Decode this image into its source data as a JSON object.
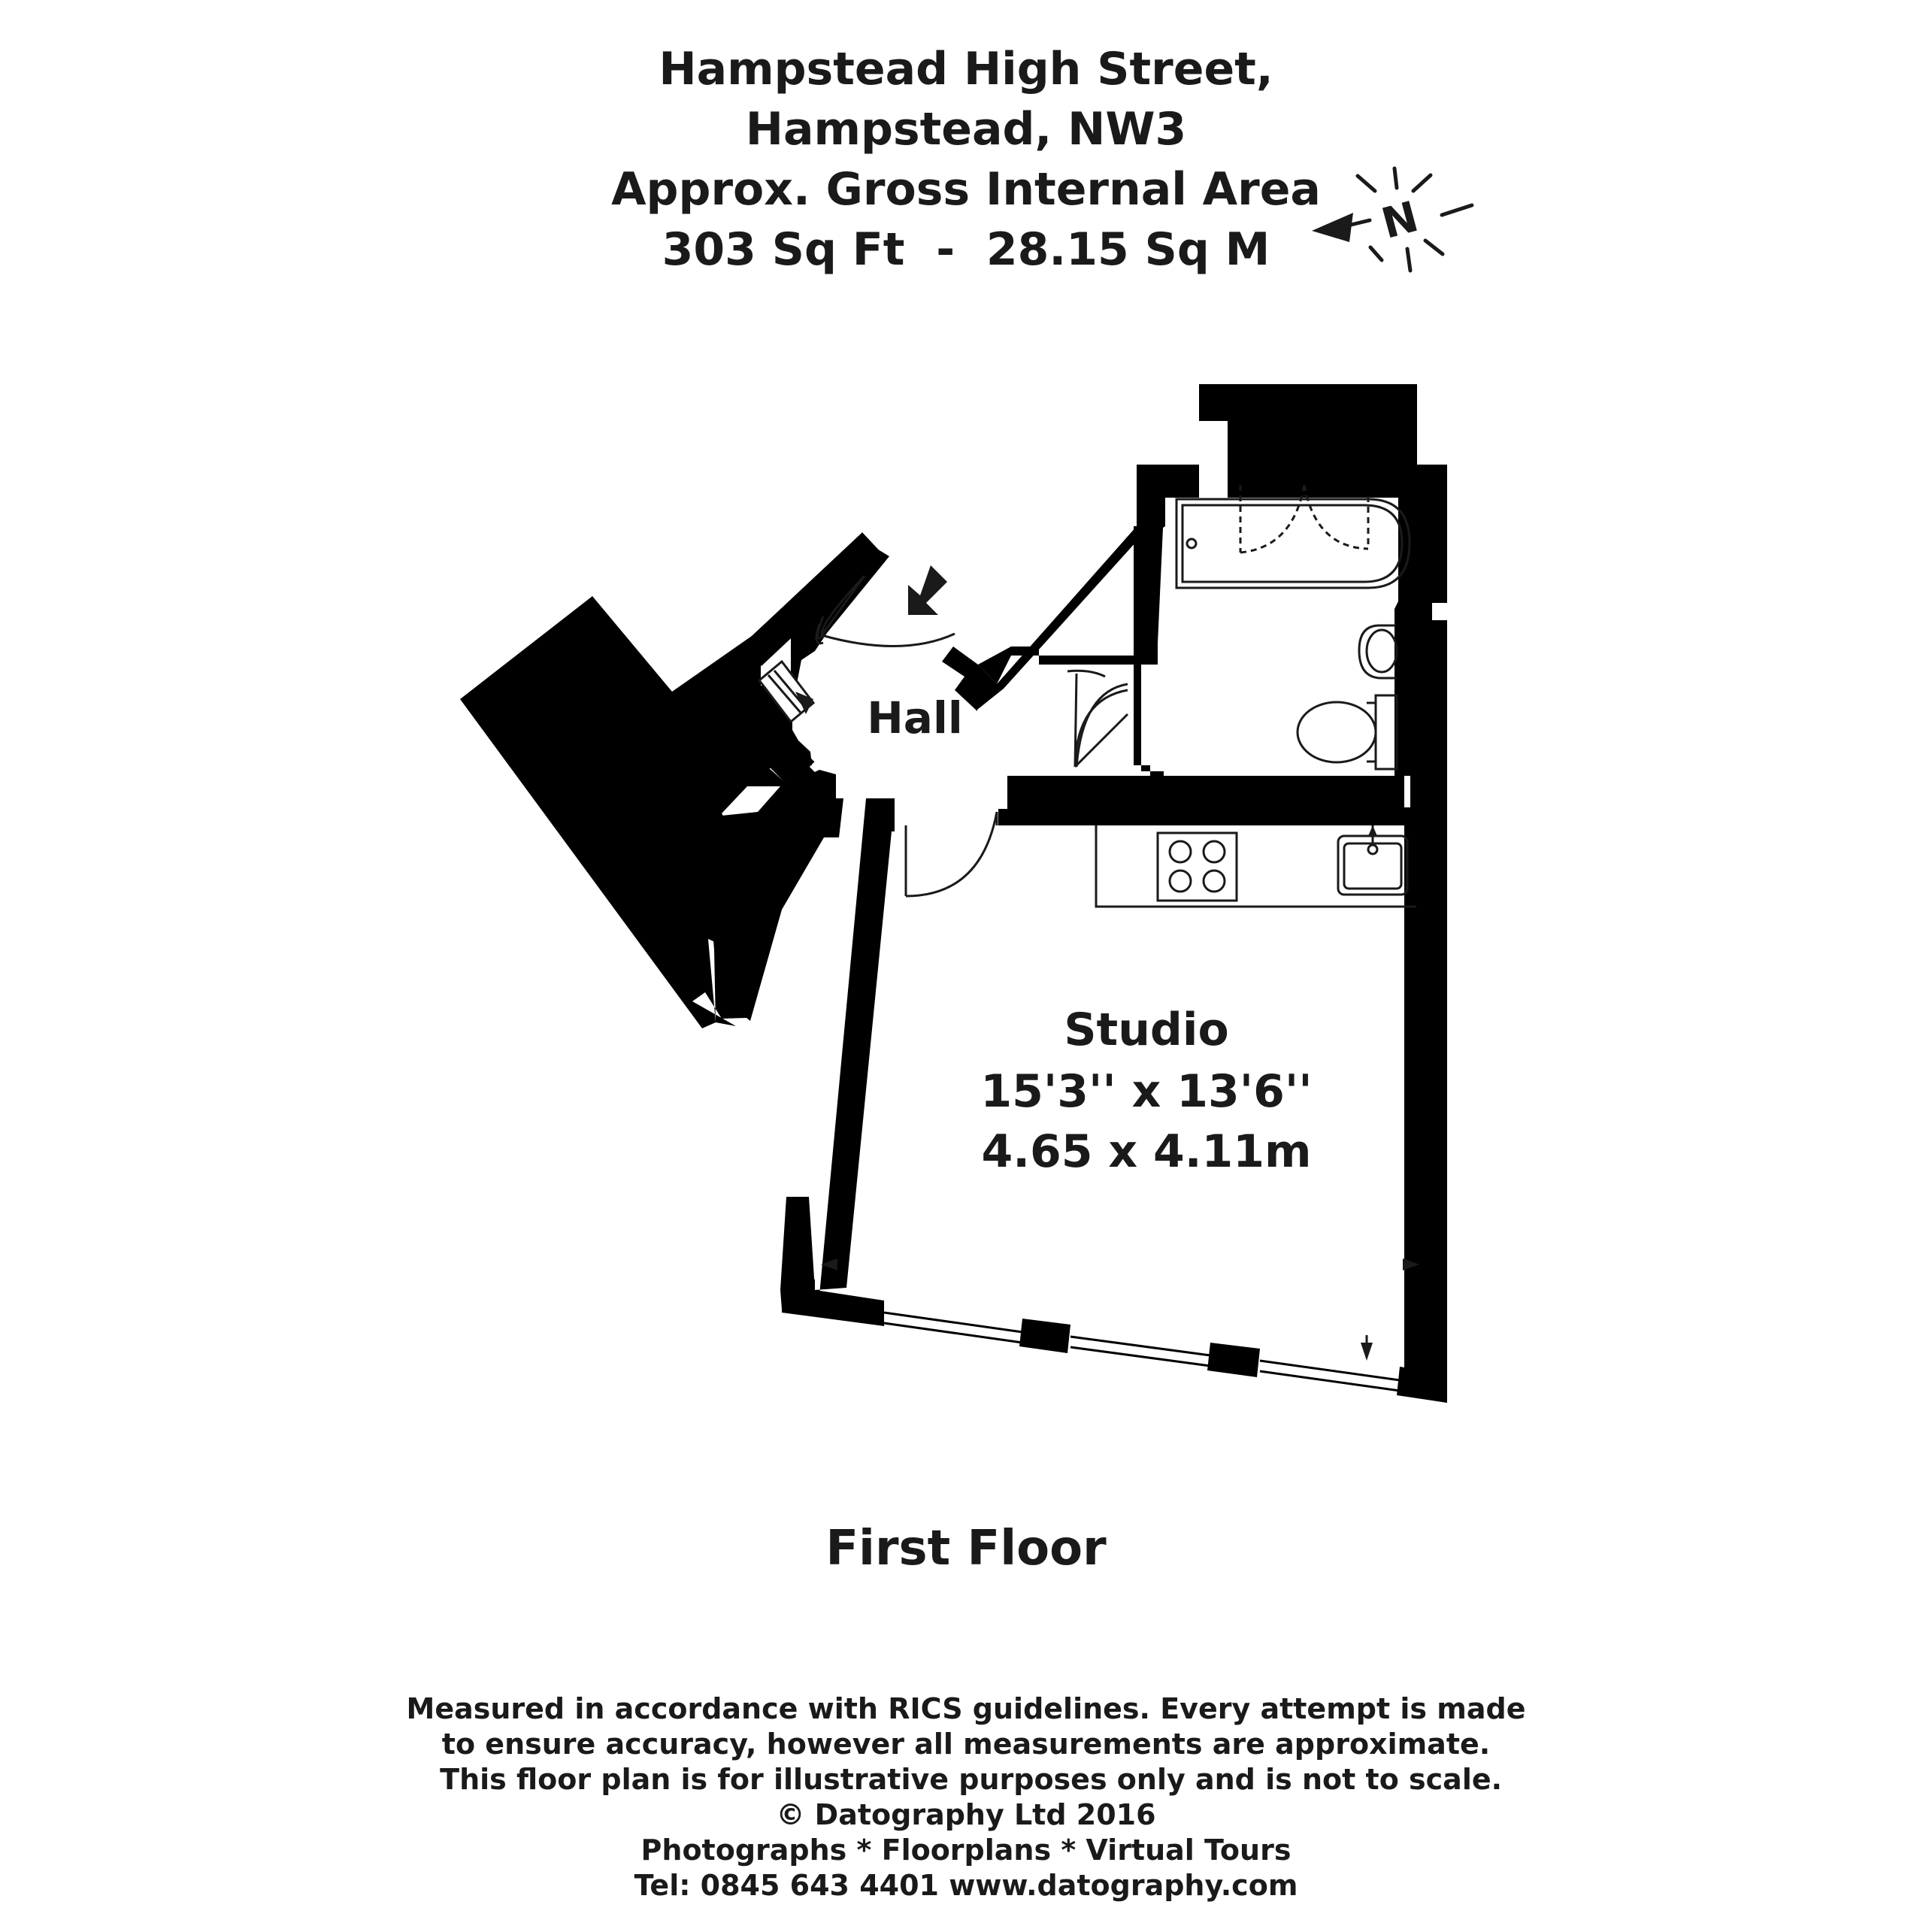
{
  "header": {
    "lines": [
      "Hampstead High Street,",
      "Hampstead, NW3",
      "Approx. Gross Internal Area",
      "303 Sq Ft  -  28.15 Sq M"
    ]
  },
  "compass": {
    "letter": "N",
    "icon": "north-arrow-icon"
  },
  "rooms": {
    "hall": {
      "name": "Hall"
    },
    "studio": {
      "name": "Studio",
      "dimensions_imperial": "15'3'' x 13'6''",
      "dimensions_metric": "4.65 x 4.11m"
    }
  },
  "floor": {
    "label": "First Floor"
  },
  "footer": {
    "lines": [
      "Measured in accordance with RICS guidelines. Every attempt is made",
      "to ensure accuracy, however all measurements are approximate.",
      " This floor plan is for illustrative purposes only and is not to scale.",
      "© Datography Ltd 2016",
      "Photographs * Floorplans * Virtual Tours",
      "Tel: 0845 643 4401 www.datography.com"
    ]
  },
  "colors": {
    "wall": "#000000",
    "ink": "#1a1a1a",
    "background": "#ffffff"
  }
}
